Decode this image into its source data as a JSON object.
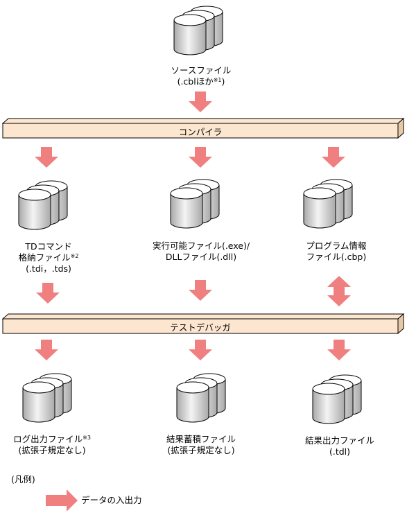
{
  "source": {
    "name": "ソースファイル",
    "ext": "(.cblほか",
    "note": "※1",
    "ext_close": ")"
  },
  "compiler": {
    "label": "コンパイラ"
  },
  "tdcmd": {
    "line1": "TDコマンド",
    "line2": "格納ファイル",
    "note": "※2",
    "line3": "(.tdi，.tds)"
  },
  "exe": {
    "line1": "実行可能ファイル(.exe)/",
    "line2": "DLLファイル(.dll)"
  },
  "prog": {
    "line1": "プログラム情報",
    "line2": "ファイル(.cbp)"
  },
  "debugger": {
    "label": "テストデバッガ"
  },
  "log": {
    "line1": "ログ出力ファイル",
    "note": "※3",
    "line2": "(拡張子規定なし)"
  },
  "store": {
    "line1": "結果蓄積ファイル",
    "line2": "(拡張子規定なし)"
  },
  "out": {
    "line1": "結果出力ファイル",
    "line2": "(.tdl)"
  },
  "legend": {
    "title": "(凡例)",
    "arrow_label": "データの入出力",
    "arrow_color": "#f08080"
  },
  "colors": {
    "bar_fill": "#fde6cf",
    "arrow": "#f08080",
    "cylinder_dark": "#b9b9b9",
    "cylinder_light": "#f2f2f2"
  }
}
